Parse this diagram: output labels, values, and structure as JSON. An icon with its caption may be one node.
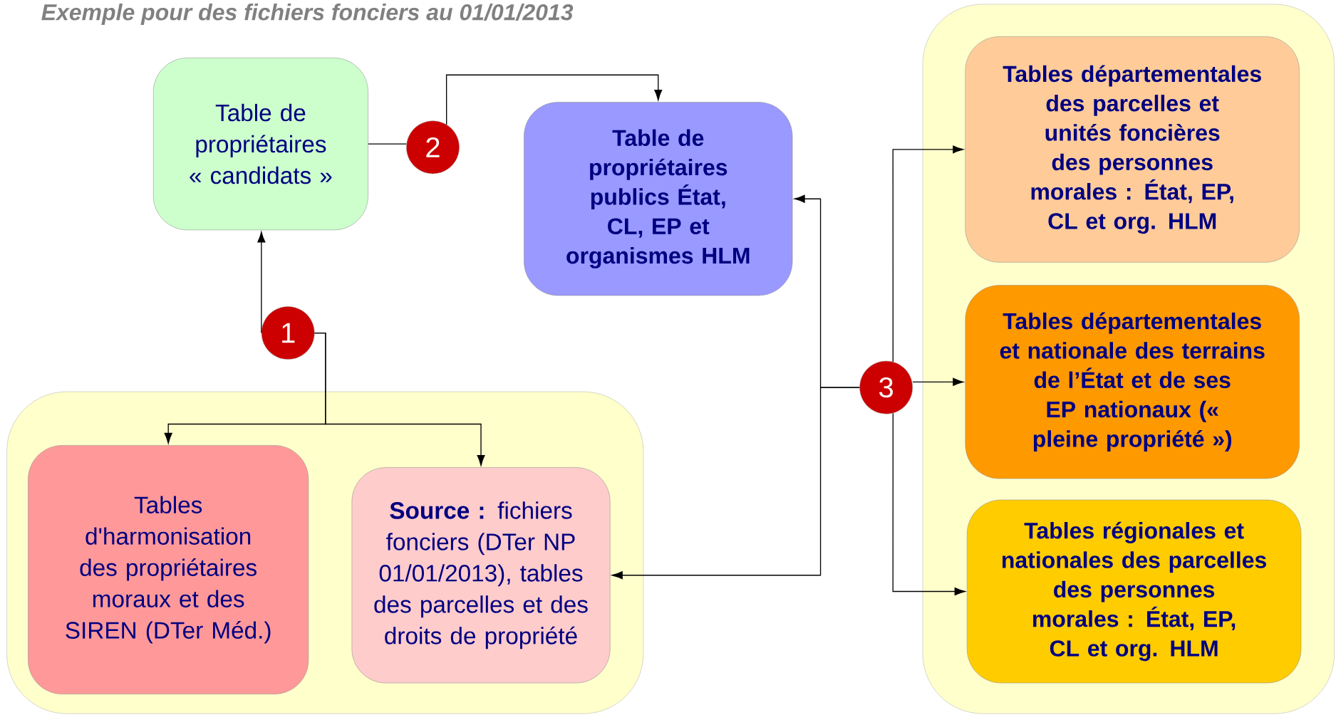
{
  "diagram": {
    "title": "Exemple pour des fichiers fonciers au 01/01/2013",
    "nodes": [
      {
        "text": [
          "Table de propriétaires « candidats »"
        ]
      },
      {
        "text": [
          "Table de propriétaires publics État, CL, EP et organismes HLM"
        ]
      },
      {
        "text": [],
        "shape": "box"
      },
      {
        "text": [
          "Tables d'harmonisation des propriétaires moraux et des SIREN (DTer Méd.)"
        ],
        "in": 2
      },
      {
        "text": [
          "**Source :** fichiers fonciers (DTer NP 01/01/2013), tables des parcelles et des droits de propriété"
        ],
        "in": 2
      },
      {
        "text": [],
        "shape": "box"
      },
      {
        "text": [
          "Tables départementales des parcelles et unités foncières des personnes morales : État, EP, CL et org. HLM"
        ],
        "in": 5
      },
      {
        "text": [
          "Tables départementales et nationale des terrains de l’État et de ses EP nationaux (« pleine propriété »)"
        ],
        "in": 5
      },
      {
        "text": [
          "Tables régionales et nationales des parcelles des personnes morales : État, EP, CL et org. HLM"
        ],
        "in": 5
      },
      {
        "text": [
          "1"
        ]
      },
      {
        "text": [
          "2"
        ]
      },
      {
        "text": [
          "3"
        ]
      }
    ],
    "edges": [
      {
        "from": 9,
        "to": 0,
        "arrow": "to"
      },
      {
        "from": 9,
        "to": 3,
        "arrow": "to"
      },
      {
        "from": 9,
        "to": 4,
        "arrow": "to"
      },
      {
        "from": 0,
        "to": 10,
        "arrow": "none"
      },
      {
        "from": 10,
        "to": 1,
        "arrow": "to"
      },
      {
        "from": 11,
        "to": 1,
        "arrow": "to"
      },
      {
        "from": 11,
        "to": 4,
        "arrow": "to"
      },
      {
        "from": 11,
        "to": 6,
        "arrow": "to"
      },
      {
        "from": 11,
        "to": 7,
        "arrow": "to"
      },
      {
        "from": 11,
        "to": 8,
        "arrow": "to"
      }
    ]
  }
}
